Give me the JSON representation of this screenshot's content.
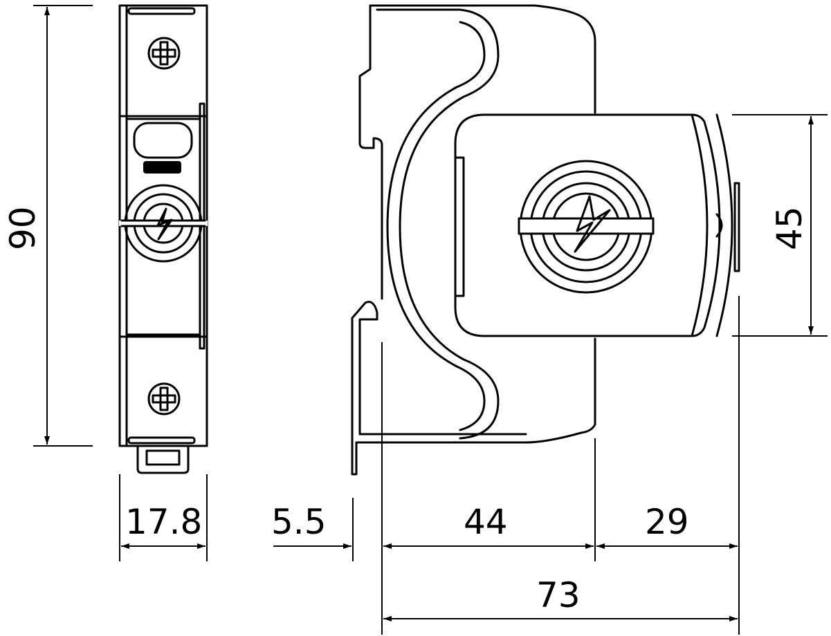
{
  "dimensions": {
    "height_total": "90",
    "width_front": "17.8",
    "rail_offset": "5.5",
    "depth_base": "44",
    "depth_front": "29",
    "depth_total": "73",
    "height_front": "45"
  },
  "colors": {
    "line": "#000000",
    "background": "#ffffff"
  },
  "icons": [
    "terminal-screw-icon",
    "lightning-bolt-icon"
  ]
}
